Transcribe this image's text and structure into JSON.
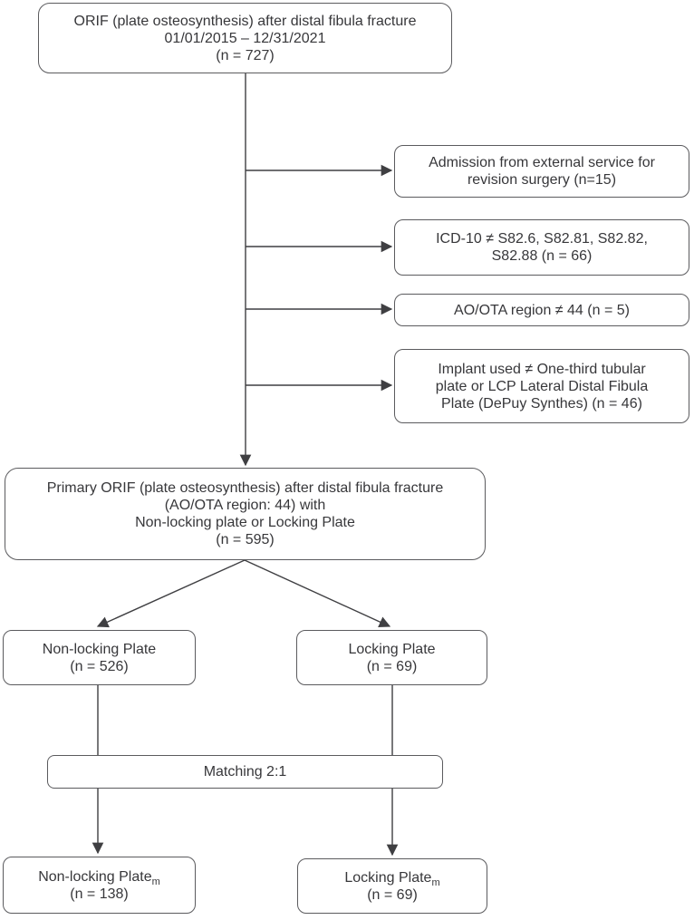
{
  "diagram": {
    "type": "flowchart",
    "colors": {
      "background": "#ffffff",
      "box_border": "#5b5b5e",
      "text": "#37373a",
      "connector": "#3f3f42"
    },
    "nodes": {
      "initial": {
        "lines": [
          "ORIF (plate osteosynthesis) after distal fibula fracture",
          "01/01/2015 – 12/31/2021",
          "(n = 727)"
        ]
      },
      "exclusion1": {
        "lines": [
          "Admission from external service for",
          "revision surgery (n=15)"
        ]
      },
      "exclusion2": {
        "lines": [
          "ICD-10 ≠ S82.6, S82.81, S82.82,",
          "S82.88 (n = 66)"
        ]
      },
      "exclusion3": {
        "lines": [
          "AO/OTA region ≠ 44 (n = 5)"
        ]
      },
      "exclusion4": {
        "lines": [
          "Implant used ≠ One-third tubular",
          "plate or LCP Lateral Distal Fibula",
          "Plate (DePuy Synthes) (n = 46)"
        ]
      },
      "primary": {
        "lines": [
          "Primary ORIF (plate osteosynthesis) after distal fibula fracture",
          "(AO/OTA region: 44) with",
          "Non-locking plate or Locking Plate",
          "(n = 595)"
        ]
      },
      "nonlocking": {
        "lines": [
          "Non-locking Plate",
          "(n = 526)"
        ]
      },
      "locking": {
        "lines": [
          "Locking Plate",
          "(n = 69)"
        ]
      },
      "matching": {
        "lines": [
          "Matching 2:1"
        ]
      },
      "nonlocking_matched": {
        "title": "Non-locking Plate",
        "subscript": "m",
        "count": "(n = 138)"
      },
      "locking_matched": {
        "title": "Locking Plate",
        "subscript": "m",
        "count": "(n = 69)"
      }
    }
  }
}
